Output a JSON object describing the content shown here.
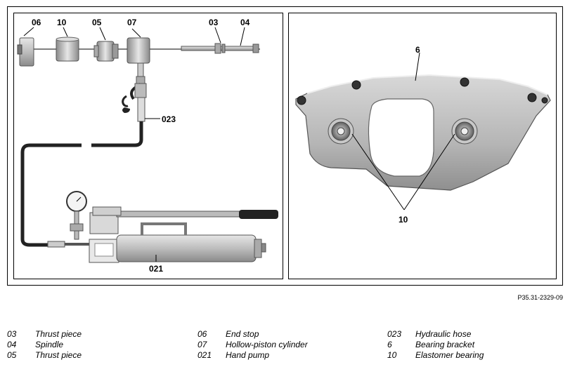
{
  "figure_id": "P35.31-2329-09",
  "callouts": {
    "left": {
      "c06": "06",
      "c10": "10",
      "c05": "05",
      "c07": "07",
      "c03": "03",
      "c04": "04",
      "c023": "023",
      "c021": "021"
    },
    "right": {
      "c6": "6",
      "c10": "10"
    }
  },
  "legend": {
    "col1": [
      {
        "code": "03",
        "text": "Thrust piece"
      },
      {
        "code": "04",
        "text": "Spindle"
      },
      {
        "code": "05",
        "text": "Thrust piece"
      }
    ],
    "col2": [
      {
        "code": "06",
        "text": "End stop"
      },
      {
        "code": "07",
        "text": "Hollow-piston cylinder"
      },
      {
        "code": "021",
        "text": "Hand pump"
      }
    ],
    "col3": [
      {
        "code": "023",
        "text": "Hydraulic hose"
      },
      {
        "code": "6",
        "text": "Bearing bracket"
      },
      {
        "code": "10",
        "text": "Elastomer bearing"
      }
    ]
  }
}
